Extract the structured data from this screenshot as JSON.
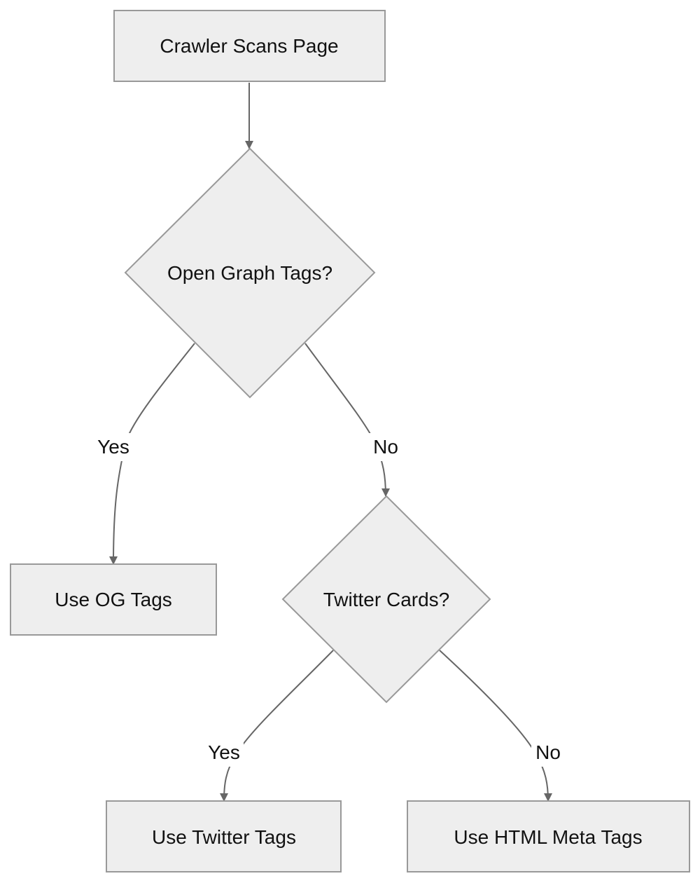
{
  "nodes": {
    "crawler": {
      "label": "Crawler Scans Page",
      "shape": "process"
    },
    "og_decision": {
      "label": "Open Graph Tags?",
      "shape": "decision"
    },
    "use_og": {
      "label": "Use OG Tags",
      "shape": "process"
    },
    "twitter_decision": {
      "label": "Twitter Cards?",
      "shape": "decision"
    },
    "use_twitter": {
      "label": "Use Twitter Tags",
      "shape": "process"
    },
    "use_html_meta": {
      "label": "Use HTML Meta Tags",
      "shape": "process"
    }
  },
  "edges": [
    {
      "from": "crawler",
      "to": "og_decision",
      "label": ""
    },
    {
      "from": "og_decision",
      "to": "use_og",
      "label": "Yes"
    },
    {
      "from": "og_decision",
      "to": "twitter_decision",
      "label": "No"
    },
    {
      "from": "twitter_decision",
      "to": "use_twitter",
      "label": "Yes"
    },
    {
      "from": "twitter_decision",
      "to": "use_html_meta",
      "label": "No"
    }
  ],
  "colors": {
    "node_fill": "#eeeeee",
    "node_stroke": "#999999",
    "edge": "#666666",
    "text": "#111111"
  }
}
